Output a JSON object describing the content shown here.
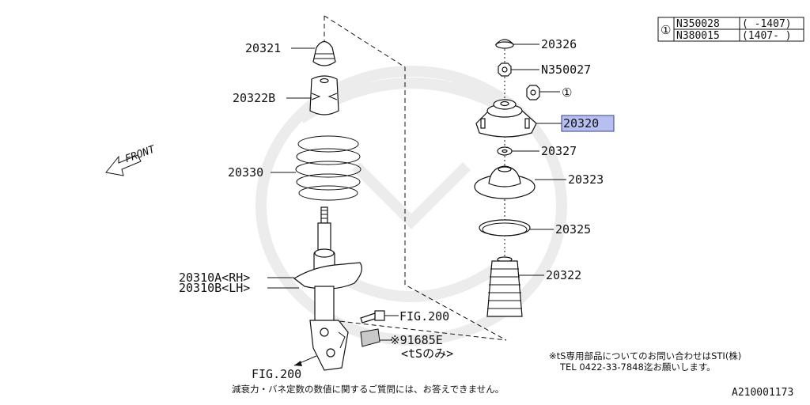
{
  "legend_table": {
    "marker": "①",
    "rows": [
      {
        "part": "N350028",
        "range": "( -1407)"
      },
      {
        "part": "N380015",
        "range": "(1407- )"
      }
    ]
  },
  "labels": {
    "p20321": "20321",
    "p20322B": "20322B",
    "p20330": "20330",
    "p20310A": "20310A<RH>",
    "p20310B": "20310B<LH>",
    "p20326": "20326",
    "pN350027": "N350027",
    "marker1": "①",
    "p20320": "20320",
    "p20327": "20327",
    "p20323": "20323",
    "p20325": "20325",
    "p20322": "20322",
    "fig200_right": "FIG.200",
    "p91685E": "※91685E",
    "p91685E_note": "<tSのみ>",
    "fig200_bottom": "FIG.200",
    "front": "FRONT"
  },
  "notes": {
    "sti_line1": "※tS専用部品についてのお問い合わせはSTI(株)",
    "sti_line2": "TEL 0422-33-7848迄お願いします。",
    "damping_note": "減衰力・バネ定数の数値に関するご質問には、お答えできません。",
    "figure_id": "A210001173"
  },
  "colors": {
    "highlight_fill": "#b7bff0",
    "highlight_border": "#3a3f8f",
    "line": "#111111",
    "watermark": "#ececec"
  }
}
